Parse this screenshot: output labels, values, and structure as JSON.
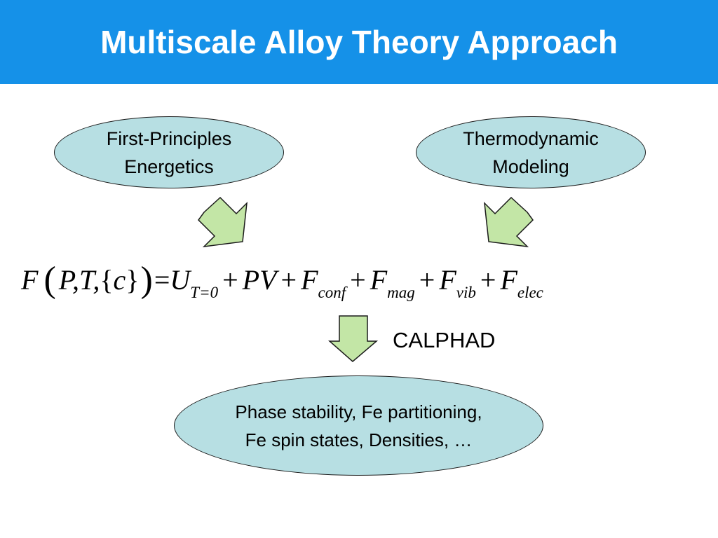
{
  "slide": {
    "title": "Multiscale Alloy Theory Approach"
  },
  "colors": {
    "title_bar": "#1591e8",
    "oval_fill": "#b7dfe3",
    "arrow_fill": "#c3e6a6",
    "outline": "#1a1a1a"
  },
  "nodes": {
    "first_principles": {
      "line1": "First-Principles",
      "line2": "Energetics"
    },
    "thermodynamic": {
      "line1": "Thermodynamic",
      "line2": "Modeling"
    },
    "results": {
      "line1": "Phase stability, Fe partitioning,",
      "line2": "Fe spin states, Densities, …"
    }
  },
  "equation": {
    "lhs_F": "F",
    "lhs_open_paren": "(",
    "lhs_args_pt": "P,T,",
    "lhs_brace_open": "{",
    "lhs_c": "c",
    "lhs_brace_close": "}",
    "lhs_close_paren": ")",
    "equals": "=",
    "U": "U",
    "U_sub": "T=0",
    "plus1": "+",
    "PV": "PV",
    "plus2": "+",
    "F_conf": "F",
    "conf_sub": "conf",
    "plus3": "+",
    "F_mag": "F",
    "mag_sub": "mag",
    "plus4": "+",
    "F_vib": "F",
    "vib_sub": "vib",
    "plus5": "+",
    "F_elec": "F",
    "elec_sub": "elec"
  },
  "labels": {
    "calphad": "CALPHAD"
  },
  "icons": {
    "arrow_left": "down-right-arrow",
    "arrow_right": "down-left-arrow",
    "arrow_center": "down-arrow"
  }
}
